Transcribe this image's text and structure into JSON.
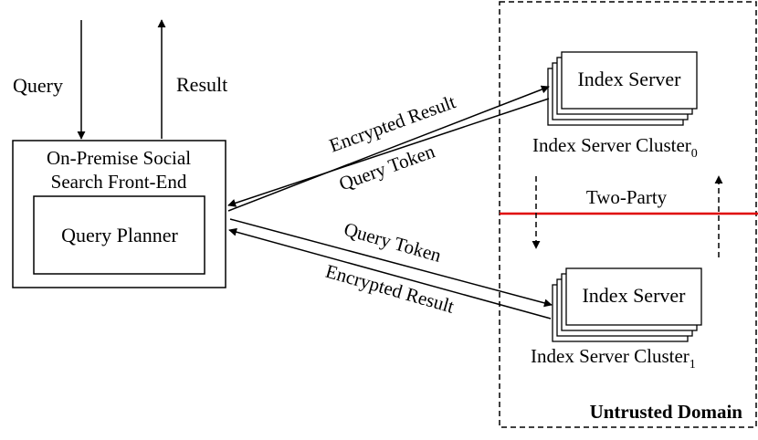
{
  "labels": {
    "query": "Query",
    "result": "Result",
    "frontend_line1": "On-Premise Social",
    "frontend_line2": "Search Front-End",
    "query_planner": "Query Planner",
    "index_server_top": "Index Server",
    "index_server_bottom": "Index Server",
    "cluster_top_name": "Index Server Cluster",
    "cluster_top_sub": "0",
    "cluster_bottom_name": "Index Server Cluster",
    "cluster_bottom_sub": "1",
    "two_party": "Two-Party",
    "untrusted_domain": "Untrusted Domain",
    "top_edge_upper": "Encrypted Result",
    "top_edge_lower": "Query Token",
    "bottom_edge_upper": "Query Token",
    "bottom_edge_lower": "Encrypted Result"
  },
  "colors": {
    "line": "#000000",
    "divider": "#e00000",
    "background": "#ffffff"
  }
}
